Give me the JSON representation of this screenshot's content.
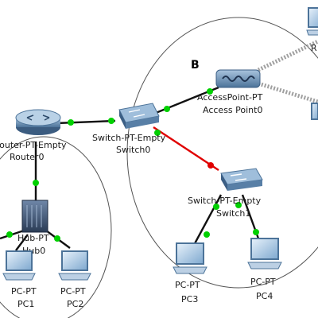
{
  "zones": [
    {
      "id": "B",
      "label": "B"
    }
  ],
  "devices": {
    "router0": {
      "type_label": "Router-PT-Empty",
      "name": "Router0",
      "kind": "router"
    },
    "switch0": {
      "type_label": "Switch-PT-Empty",
      "name": "Switch0",
      "kind": "switch"
    },
    "ap0": {
      "type_label": "AccessPoint-PT",
      "name": "Access Point0",
      "kind": "access-point"
    },
    "switch1": {
      "type_label": "Switch-PT-Empty",
      "name": "Switch1",
      "kind": "switch"
    },
    "hub0": {
      "type_label": "Hub-PT",
      "name": "Hub0",
      "kind": "hub"
    },
    "pc1": {
      "type_label": "PC-PT",
      "name": "PC1",
      "kind": "pc"
    },
    "pc2": {
      "type_label": "PC-PT",
      "name": "PC2",
      "kind": "pc"
    },
    "pc3": {
      "type_label": "PC-PT",
      "name": "PC3",
      "kind": "pc"
    },
    "pc4": {
      "type_label": "PC-PT",
      "name": "PC4",
      "kind": "pc"
    }
  },
  "links": [
    {
      "from": "router0",
      "to": "switch0",
      "style": "black"
    },
    {
      "from": "switch0",
      "to": "ap0",
      "style": "black"
    },
    {
      "from": "switch0",
      "to": "switch1",
      "style": "red"
    },
    {
      "from": "router0",
      "to": "hub0",
      "style": "black"
    },
    {
      "from": "hub0",
      "to": "pc1",
      "style": "black"
    },
    {
      "from": "hub0",
      "to": "pc2",
      "style": "black"
    },
    {
      "from": "switch1",
      "to": "pc3",
      "style": "black"
    },
    {
      "from": "switch1",
      "to": "pc4",
      "style": "black"
    },
    {
      "from": "ap0",
      "to": "wireless-upper",
      "style": "wireless"
    },
    {
      "from": "ap0",
      "to": "wireless-lower",
      "style": "wireless"
    }
  ],
  "partial_labels": {
    "top_right": "R"
  },
  "colors": {
    "link_ok": "#00c000",
    "link_red": "#e00000",
    "wireless": "#9a9a9a",
    "device_blue": "#5a86b0",
    "device_dark": "#2d3f5a"
  }
}
